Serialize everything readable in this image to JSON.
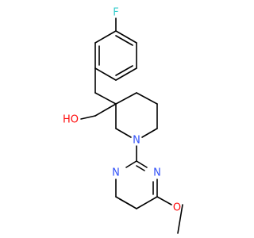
{
  "atoms": {
    "fluorine": {
      "label": "F",
      "color": "#33CCCC"
    },
    "hydroxyl": {
      "label": "HO",
      "color": "#FF0D0D"
    },
    "ring_nitrogen": {
      "label": "N",
      "color": "#3050F8"
    },
    "pyrimidine_n1": {
      "label": "N",
      "color": "#3050F8"
    },
    "pyrimidine_n3": {
      "label": "N",
      "color": "#3050F8"
    },
    "methoxy_oxygen": {
      "label": "O",
      "color": "#FF0D0D"
    }
  },
  "bond_color": "#000000",
  "background_color": "#FFFFFF"
}
